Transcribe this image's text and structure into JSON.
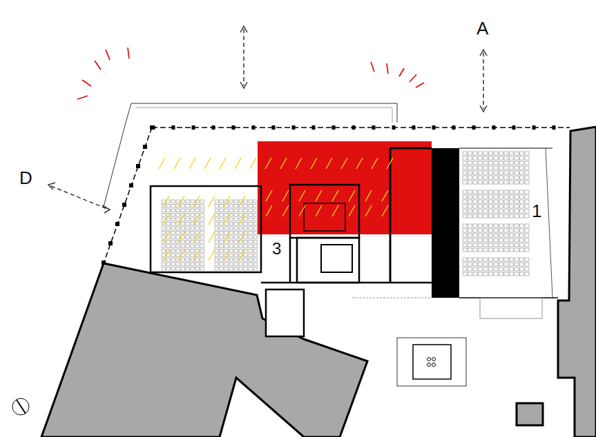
{
  "diagram": {
    "labels": [
      "A",
      "D",
      "1",
      "3"
    ]
  }
}
